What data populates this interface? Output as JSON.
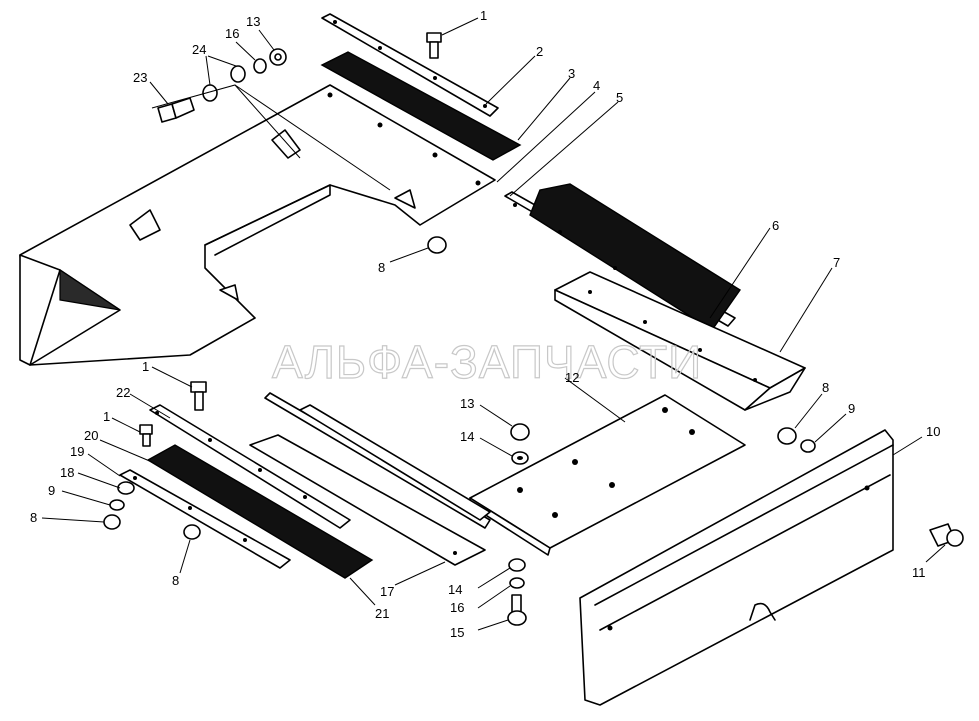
{
  "watermark": "АЛЬФА-ЗАПЧАСТИ",
  "labels": [
    "1",
    "2",
    "3",
    "4",
    "5",
    "6",
    "7",
    "8",
    "9",
    "10",
    "11",
    "12",
    "13",
    "14",
    "15",
    "16",
    "17",
    "18",
    "19",
    "20",
    "21",
    "22",
    "23",
    "24"
  ],
  "colors": {
    "line": "#000000",
    "background": "#ffffff",
    "watermark": "#c8c8c8"
  }
}
